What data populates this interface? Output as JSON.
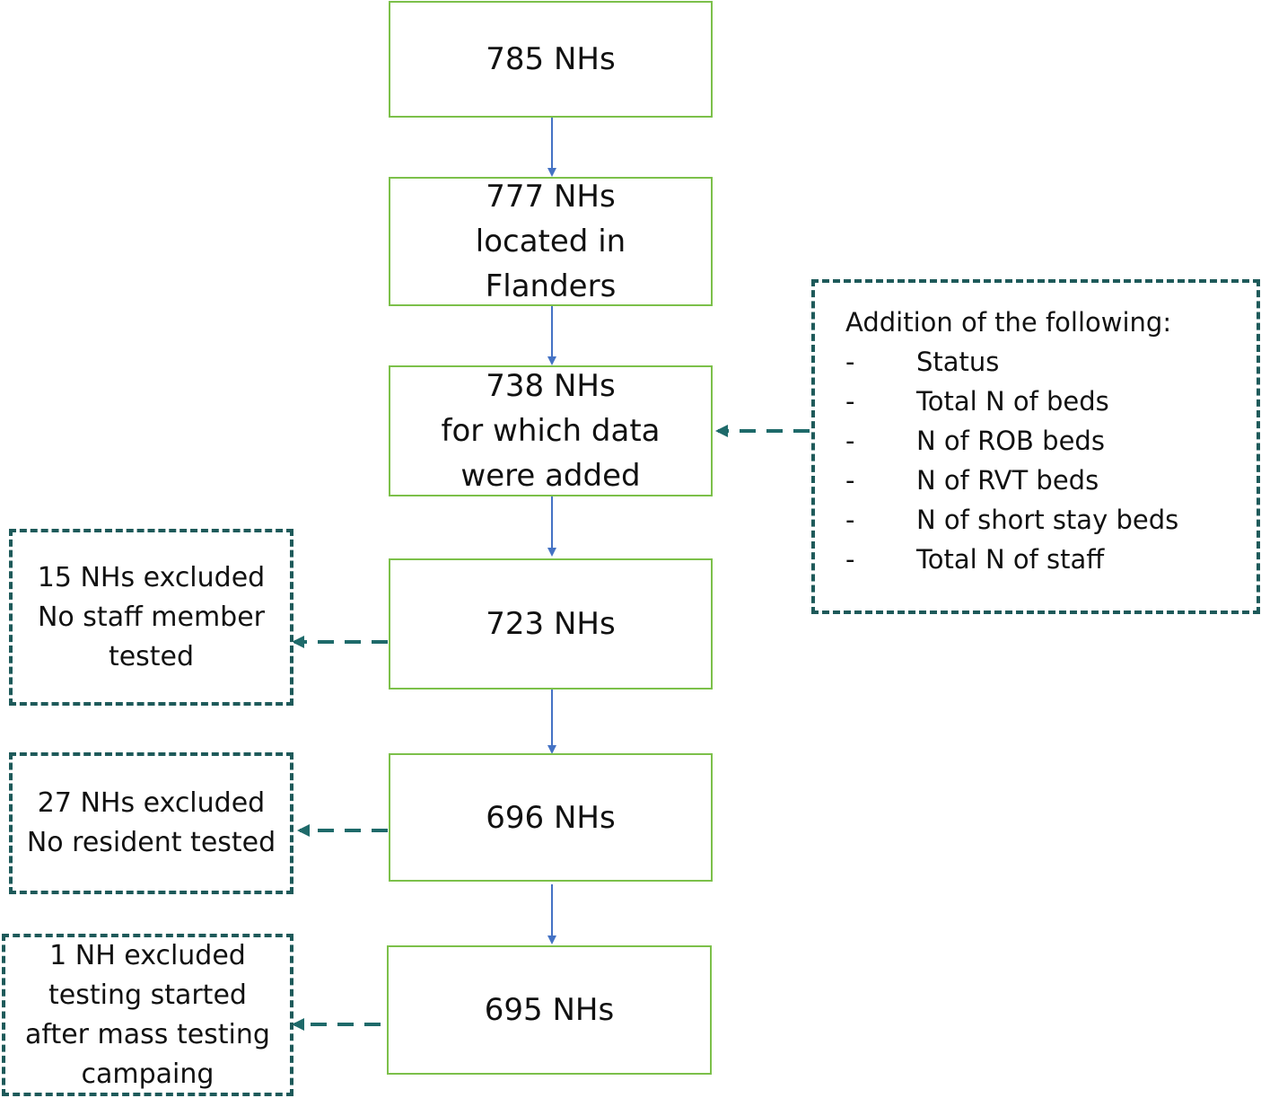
{
  "colors": {
    "main_border": "#7cc04a",
    "dashed_border": "#1e5a5a",
    "flow_arrow": "#4472c4",
    "side_arrow": "#1e6a6a"
  },
  "flow": [
    {
      "lines": [
        "785 NHs"
      ]
    },
    {
      "lines": [
        "777 NHs",
        "located in",
        "Flanders"
      ]
    },
    {
      "lines": [
        "738 NHs",
        "for which data",
        "were added"
      ]
    },
    {
      "lines": [
        "723 NHs"
      ]
    },
    {
      "lines": [
        "696 NHs"
      ]
    },
    {
      "lines": [
        "695 NHs"
      ]
    }
  ],
  "exclusions": [
    {
      "lines": [
        "15 NHs excluded",
        "No staff member",
        "tested"
      ]
    },
    {
      "lines": [
        "27 NHs excluded",
        "No resident tested"
      ]
    },
    {
      "lines": [
        "1 NH excluded",
        "testing started",
        "after mass testing",
        "campaing"
      ]
    }
  ],
  "addition": {
    "heading": "Addition of the following:",
    "bullet": "-",
    "items": [
      "Status",
      "Total N of beds",
      "N of ROB beds",
      "N of RVT beds",
      "N of short stay beds",
      "Total N of staff"
    ]
  }
}
